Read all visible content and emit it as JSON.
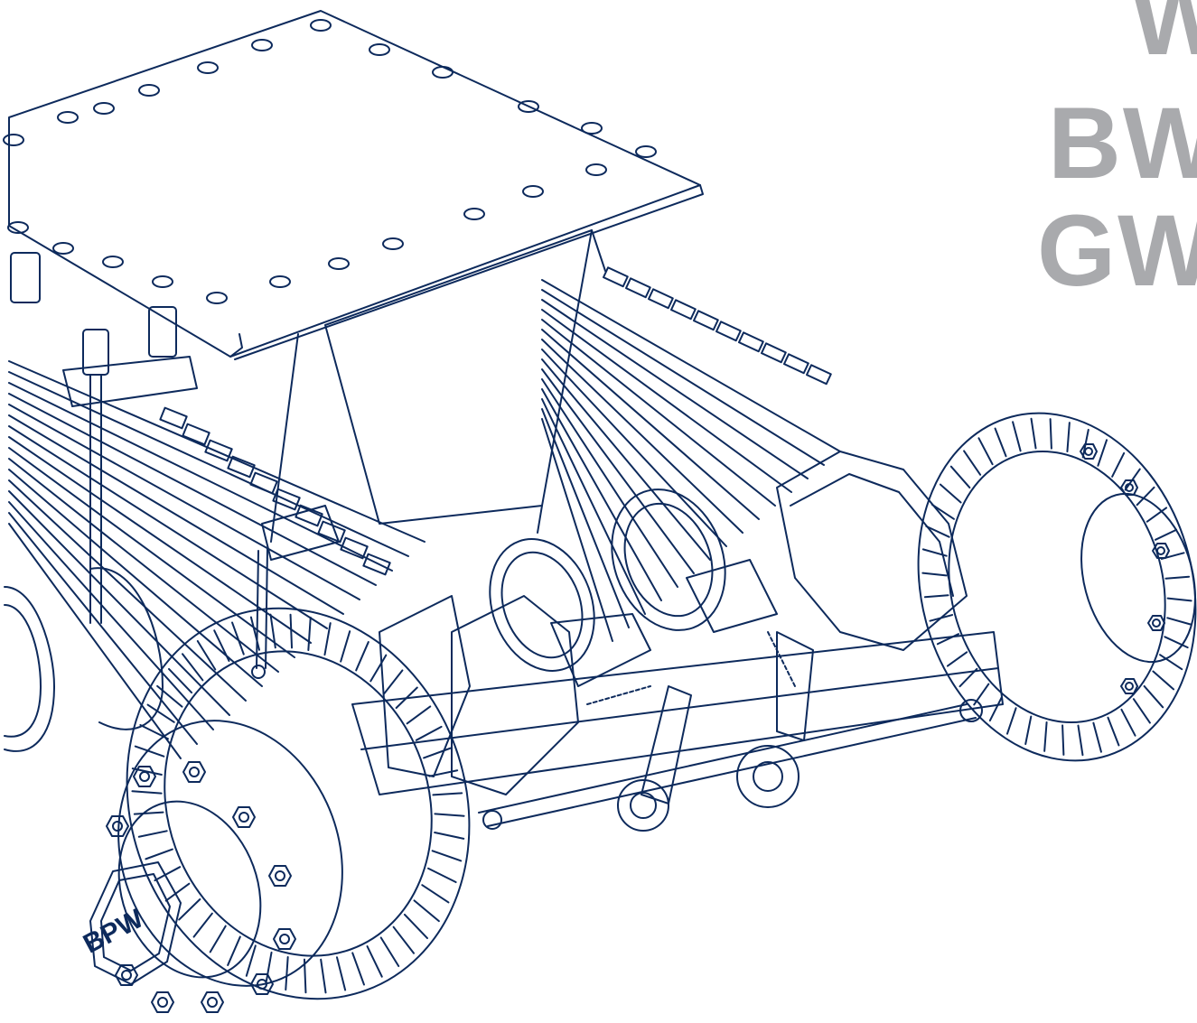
{
  "heading_lines": [
    "W",
    "BW",
    "GW"
  ],
  "hub_logo": "BPW",
  "colors": {
    "line": "#0d2a5c",
    "heading": "#a9aaad",
    "background": "#ffffff"
  }
}
